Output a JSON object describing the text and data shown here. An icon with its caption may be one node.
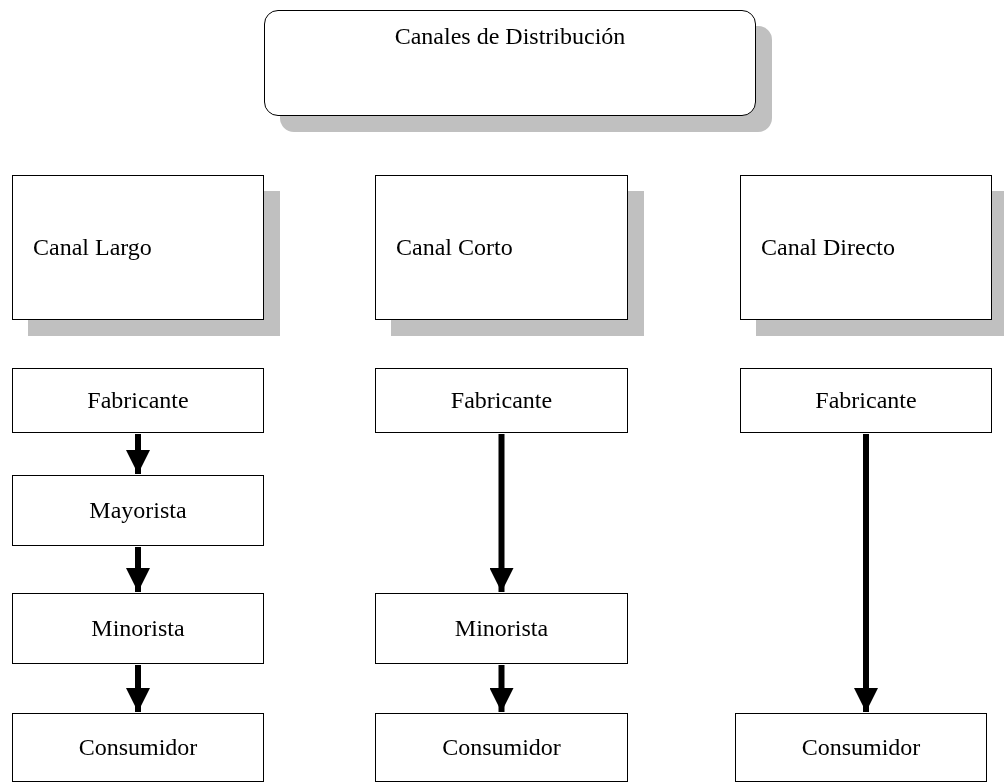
{
  "diagram": {
    "nodes": [
      {
        "text": [
          "Canales de Distribución"
        ]
      },
      {
        "text": [
          "Canal Largo"
        ]
      },
      {
        "text": [
          "Canal Corto"
        ]
      },
      {
        "text": [
          "Canal Directo"
        ]
      },
      {
        "text": [
          "Fabricante"
        ]
      },
      {
        "text": [
          "Fabricante"
        ]
      },
      {
        "text": [
          "Fabricante"
        ]
      },
      {
        "text": [
          "Mayorista"
        ]
      },
      {
        "text": [
          "Minorista"
        ]
      },
      {
        "text": [
          "Minorista"
        ]
      },
      {
        "text": [
          "Consumidor"
        ]
      },
      {
        "text": [
          "Consumidor"
        ]
      },
      {
        "text": [
          "Consumidor"
        ]
      }
    ],
    "edges": [
      {
        "from": 4,
        "to": 7,
        "arrow": "to"
      },
      {
        "from": 7,
        "to": 8,
        "arrow": "to"
      },
      {
        "from": 8,
        "to": 10,
        "arrow": "to"
      },
      {
        "from": 5,
        "to": 9,
        "arrow": "to"
      },
      {
        "from": 9,
        "to": 11,
        "arrow": "to"
      },
      {
        "from": 6,
        "to": 12,
        "arrow": "to"
      }
    ]
  }
}
